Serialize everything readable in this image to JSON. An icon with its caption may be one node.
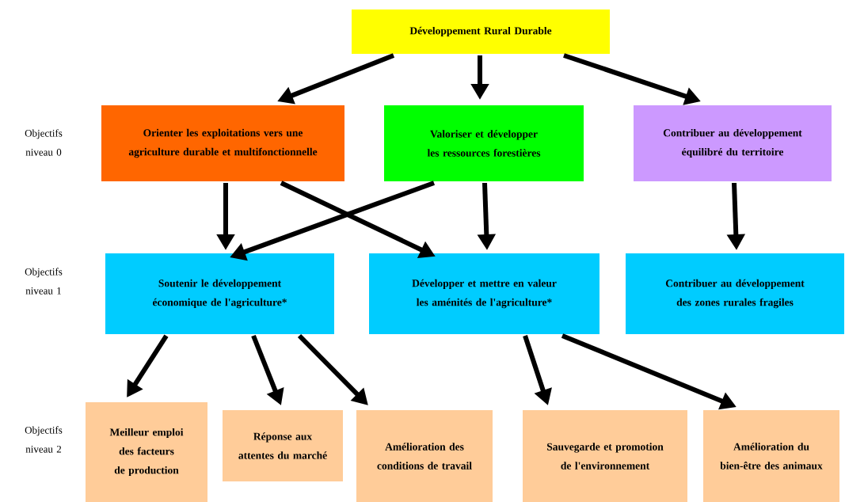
{
  "diagram": {
    "nodes": [
      {
        "text": [
          "Développement Rural Durable"
        ]
      },
      {
        "text": [
          "Orienter les exploitations vers une agriculture durable et multifonctionnelle"
        ]
      },
      {
        "text": [
          "Valoriser et développer les ressources forestières"
        ]
      },
      {
        "text": [
          "Contribuer au développement équilibré du territoire"
        ]
      },
      {
        "text": [
          "Soutenir le développement économique de l'agriculture*"
        ]
      },
      {
        "text": [
          "Développer et mettre en valeur les aménités de l'agriculture*"
        ]
      },
      {
        "text": [
          "Contribuer au développement des zones rurales fragiles"
        ]
      },
      {
        "text": [
          "Meilleur emploi des facteurs de production"
        ]
      },
      {
        "text": [
          "Réponse aux attentes du marché"
        ]
      },
      {
        "text": [
          "Amélioration des conditions de travail"
        ]
      },
      {
        "text": [
          "Sauvegarde et promotion de l'environnement"
        ]
      },
      {
        "text": [
          "Amélioration du bien-être des animaux"
        ]
      }
    ],
    "edges": [
      {
        "from": 0,
        "to": 1,
        "arrow": "to"
      },
      {
        "from": 0,
        "to": 2,
        "arrow": "to"
      },
      {
        "from": 0,
        "to": 3,
        "arrow": "to"
      },
      {
        "from": 1,
        "to": 4,
        "arrow": "to"
      },
      {
        "from": 1,
        "to": 5,
        "arrow": "to"
      },
      {
        "from": 2,
        "to": 4,
        "arrow": "to"
      },
      {
        "from": 2,
        "to": 5,
        "arrow": "to"
      },
      {
        "from": 3,
        "to": 6,
        "arrow": "to"
      },
      {
        "from": 4,
        "to": 7,
        "arrow": "to"
      },
      {
        "from": 4,
        "to": 8,
        "arrow": "to"
      },
      {
        "from": 4,
        "to": 9,
        "arrow": "to"
      },
      {
        "from": 5,
        "to": 10,
        "arrow": "to"
      },
      {
        "from": 5,
        "to": 11,
        "arrow": "to"
      }
    ],
    "labels": [
      "Objectifs niveau 0",
      "Objectifs niveau 1",
      "Objectifs niveau 2"
    ]
  }
}
